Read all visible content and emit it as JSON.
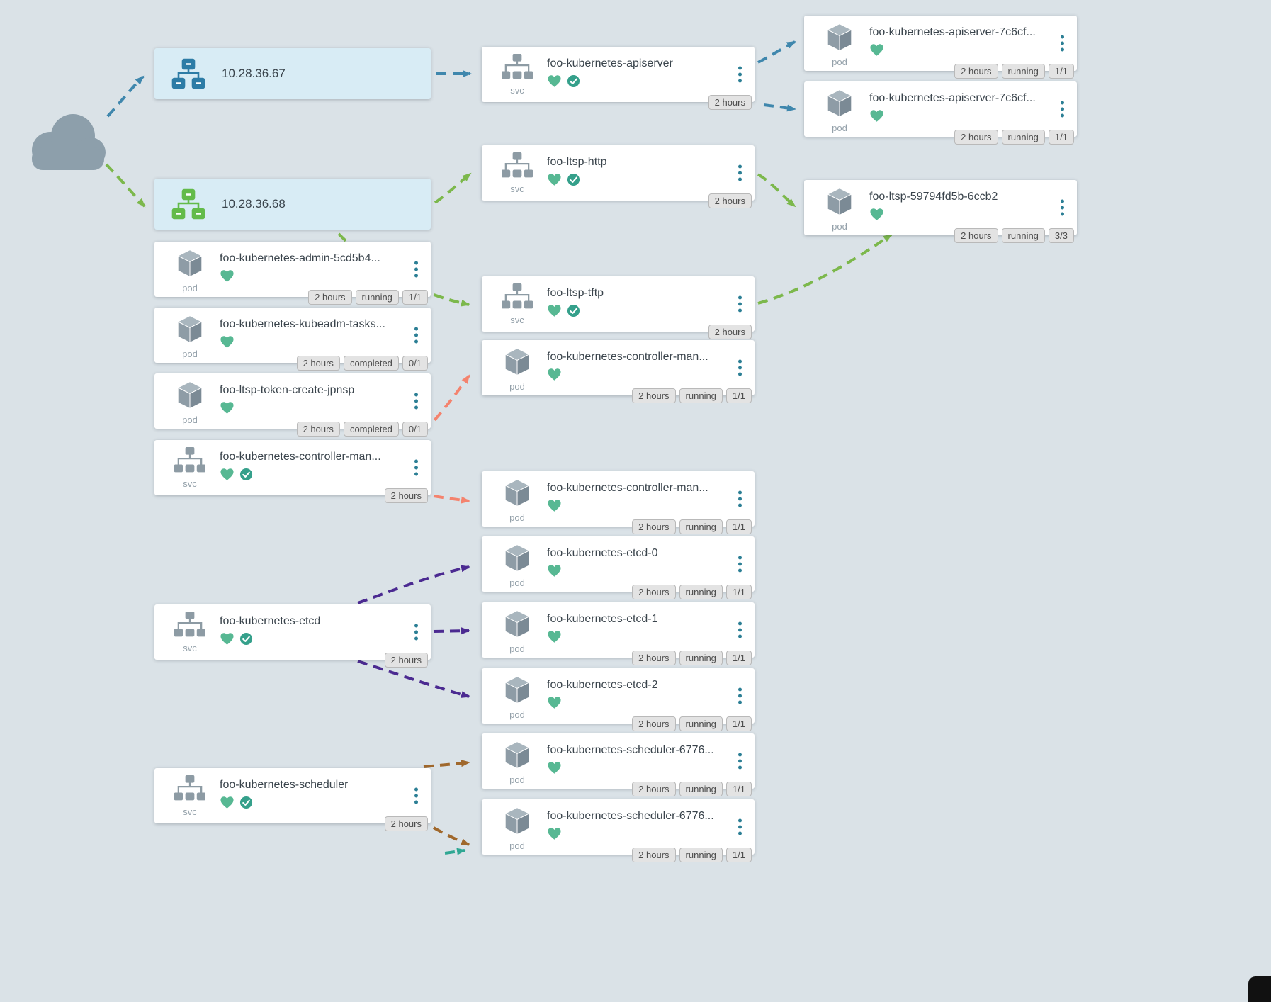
{
  "labels": {
    "svc": "svc",
    "pod": "pod"
  },
  "hosts": [
    {
      "label": "10.28.36.67"
    },
    {
      "label": "10.28.36.68"
    }
  ],
  "cards": [
    {
      "kind": "svc",
      "title": "foo-kubernetes-apiserver",
      "time": "2 hours"
    },
    {
      "kind": "svc",
      "title": "foo-ltsp-http",
      "time": "2 hours"
    },
    {
      "kind": "svc",
      "title": "foo-ltsp-tftp",
      "time": "2 hours"
    },
    {
      "kind": "pod",
      "title": "foo-kubernetes-admin-5cd5b4...",
      "time": "2 hours",
      "status": "running",
      "ratio": "1/1"
    },
    {
      "kind": "pod",
      "title": "foo-kubernetes-kubeadm-tasks...",
      "time": "2 hours",
      "status": "completed",
      "ratio": "0/1"
    },
    {
      "kind": "pod",
      "title": "foo-ltsp-token-create-jpnsp",
      "time": "2 hours",
      "status": "completed",
      "ratio": "0/1"
    },
    {
      "kind": "svc",
      "title": "foo-kubernetes-controller-man...",
      "time": "2 hours"
    },
    {
      "kind": "svc",
      "title": "foo-kubernetes-etcd",
      "time": "2 hours"
    },
    {
      "kind": "svc",
      "title": "foo-kubernetes-scheduler",
      "time": "2 hours"
    },
    {
      "kind": "pod",
      "title": "foo-kubernetes-apiserver-7c6cf...",
      "time": "2 hours",
      "status": "running",
      "ratio": "1/1"
    },
    {
      "kind": "pod",
      "title": "foo-kubernetes-apiserver-7c6cf...",
      "time": "2 hours",
      "status": "running",
      "ratio": "1/1"
    },
    {
      "kind": "pod",
      "title": "foo-ltsp-59794fd5b-6ccb2",
      "time": "2 hours",
      "status": "running",
      "ratio": "3/3"
    },
    {
      "kind": "pod",
      "title": "foo-kubernetes-controller-man...",
      "time": "2 hours",
      "status": "running",
      "ratio": "1/1"
    },
    {
      "kind": "pod",
      "title": "foo-kubernetes-controller-man...",
      "time": "2 hours",
      "status": "running",
      "ratio": "1/1"
    },
    {
      "kind": "pod",
      "title": "foo-kubernetes-etcd-0",
      "time": "2 hours",
      "status": "running",
      "ratio": "1/1"
    },
    {
      "kind": "pod",
      "title": "foo-kubernetes-etcd-1",
      "time": "2 hours",
      "status": "running",
      "ratio": "1/1"
    },
    {
      "kind": "pod",
      "title": "foo-kubernetes-etcd-2",
      "time": "2 hours",
      "status": "running",
      "ratio": "1/1"
    },
    {
      "kind": "pod",
      "title": "foo-kubernetes-scheduler-6776...",
      "time": "2 hours",
      "status": "running",
      "ratio": "1/1"
    },
    {
      "kind": "pod",
      "title": "foo-kubernetes-scheduler-6776...",
      "time": "2 hours",
      "status": "running",
      "ratio": "1/1"
    }
  ],
  "colors": {
    "background": "#dae2e7",
    "card_background": "#ffffff",
    "host_card_background": "#d8ecf5",
    "host_icon_blue": "#2d7ca6",
    "host_icon_green": "#63bb4a",
    "node_icon_gray": "#8d9ba4",
    "heart_green": "#57b893",
    "check_teal": "#35a08b",
    "menu_dots_teal": "#2c7f95",
    "edge_blue": "#3f87ad",
    "edge_green": "#7cb84c",
    "edge_salmon": "#f4836e",
    "edge_purple": "#4b2a91",
    "edge_brown": "#a0682c",
    "edge_teal": "#2fa793"
  }
}
